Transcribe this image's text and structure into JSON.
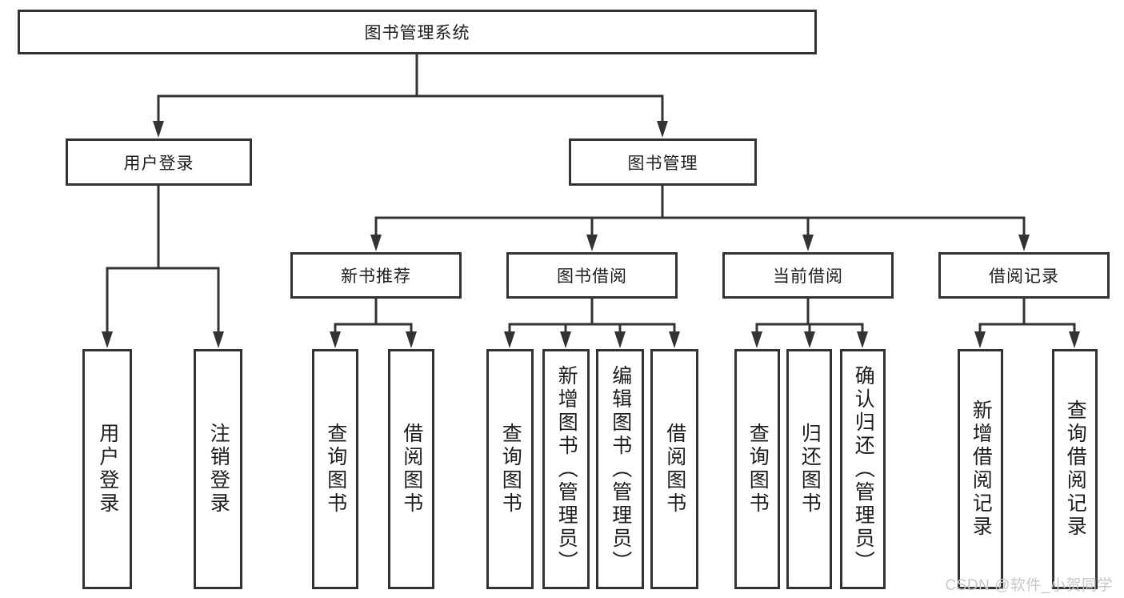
{
  "diagram": {
    "type": "hierarchy-tree",
    "colors": {
      "line": "#333333",
      "border": "#333333",
      "text": "#1d1d1f",
      "background": "#ffffff",
      "watermark_text_color": "#c7c7c7"
    },
    "nodes": {
      "root": {
        "label": "图书管理系统"
      },
      "user_login": {
        "label": "用户登录"
      },
      "book_mgmt": {
        "label": "图书管理"
      },
      "new_book_rec": {
        "label": "新书推荐"
      },
      "book_borrow": {
        "label": "图书借阅"
      },
      "current_borrow": {
        "label": "当前借阅"
      },
      "borrow_records": {
        "label": "借阅记录"
      },
      "leaf_user_login": {
        "label": "用户登录"
      },
      "leaf_logout": {
        "label": "注销登录"
      },
      "nb_query": {
        "label": "查询图书"
      },
      "nb_borrow": {
        "label": "借阅图书"
      },
      "bb_query": {
        "label": "查询图书"
      },
      "bb_add": {
        "label": "新增图书（管理员）"
      },
      "bb_edit": {
        "label": "编辑图书（管理员）"
      },
      "bb_borrow": {
        "label": "借阅图书"
      },
      "cb_query": {
        "label": "查询图书"
      },
      "cb_return": {
        "label": "归还图书"
      },
      "cb_confirm": {
        "label": "确认归还（管理员）"
      },
      "br_add": {
        "label": "新增借阅记录"
      },
      "br_query": {
        "label": "查询借阅记录"
      }
    },
    "structure": {
      "root": [
        "user_login",
        "book_mgmt"
      ],
      "user_login": [
        "leaf_user_login",
        "leaf_logout"
      ],
      "book_mgmt": [
        "new_book_rec",
        "book_borrow",
        "current_borrow",
        "borrow_records"
      ],
      "new_book_rec": [
        "nb_query",
        "nb_borrow"
      ],
      "book_borrow": [
        "bb_query",
        "bb_add",
        "bb_edit",
        "bb_borrow"
      ],
      "current_borrow": [
        "cb_query",
        "cb_return",
        "cb_confirm"
      ],
      "borrow_records": [
        "br_add",
        "br_query"
      ]
    },
    "watermark": "CSDN @软件_小贺同学"
  }
}
